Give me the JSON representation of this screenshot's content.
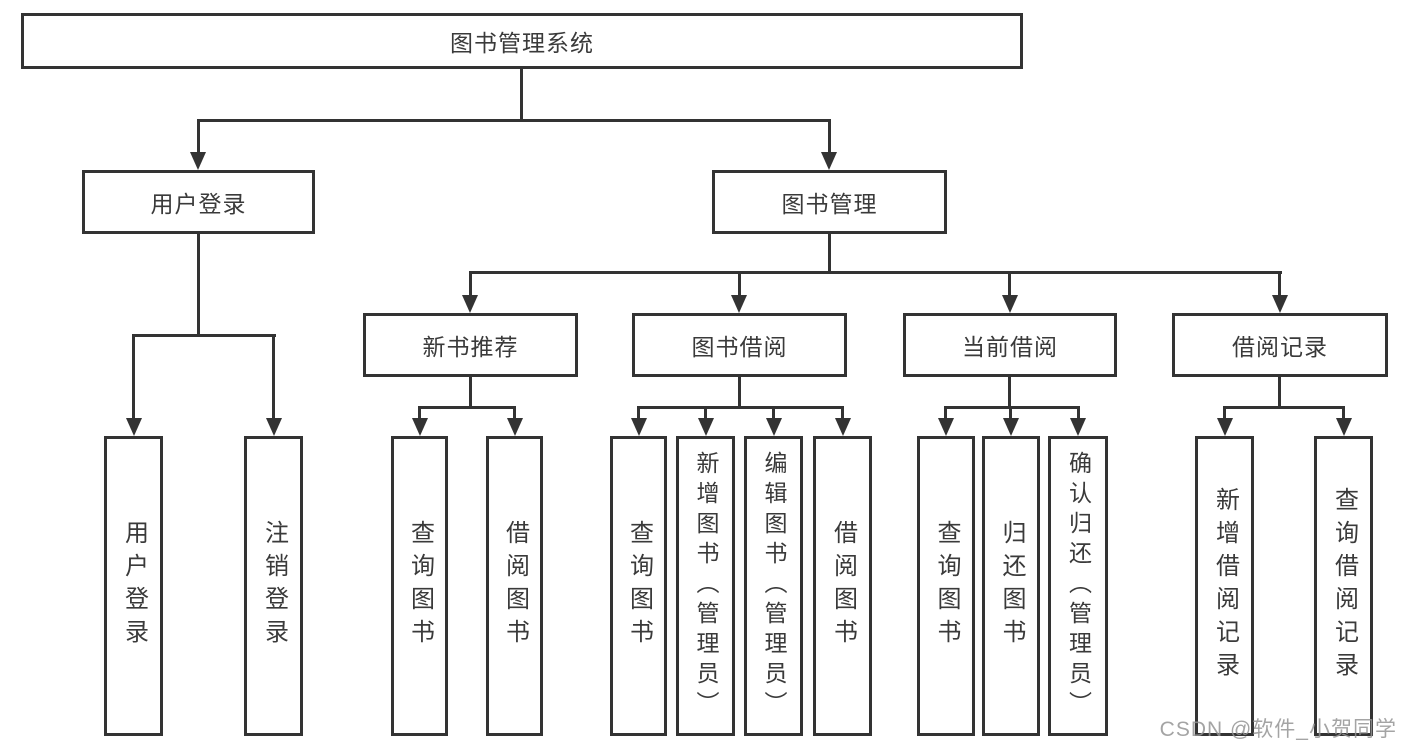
{
  "diagram": {
    "title": "图书管理系统",
    "root": {
      "label": "图书管理系统"
    },
    "level2": [
      {
        "label": "用户登录"
      },
      {
        "label": "图书管理"
      }
    ],
    "level3": [
      {
        "label": "新书推荐"
      },
      {
        "label": "图书借阅"
      },
      {
        "label": "当前借阅"
      },
      {
        "label": "借阅记录"
      }
    ],
    "leaves": [
      {
        "label": "用户登录"
      },
      {
        "label": "注销登录"
      },
      {
        "label": "查询图书"
      },
      {
        "label": "借阅图书"
      },
      {
        "label": "查询图书"
      },
      {
        "label": "新增图书（管理员）"
      },
      {
        "label": "编辑图书（管理员）"
      },
      {
        "label": "借阅图书"
      },
      {
        "label": "查询图书"
      },
      {
        "label": "归还图书"
      },
      {
        "label": "确认归还（管理员）"
      },
      {
        "label": "新增借阅记录"
      },
      {
        "label": "查询借阅记录"
      }
    ]
  },
  "watermark": {
    "text": "CSDN @软件_小贺同学"
  },
  "colors": {
    "line": "#333333",
    "text": "#3a3a3a",
    "watermark": "#949494",
    "background": "#ffffff"
  }
}
